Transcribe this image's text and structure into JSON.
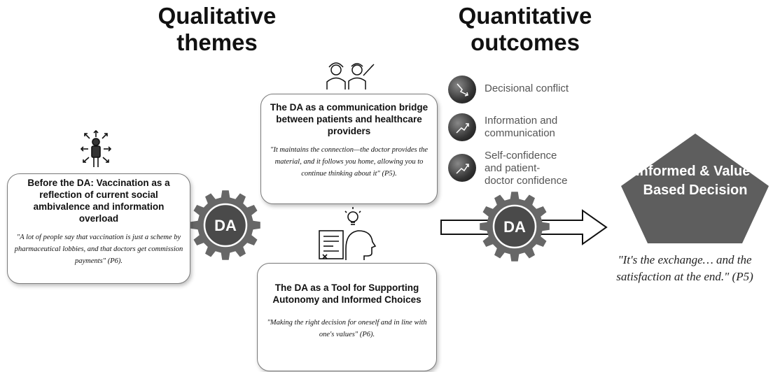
{
  "headings": {
    "qualitative": "Qualitative themes",
    "quantitative": "Quantitative outcomes"
  },
  "themes": {
    "before": {
      "title": "Before the DA: Vaccination as a reflection of current social ambivalence and information overload",
      "quote": "\"A lot of people say that vaccination is just a scheme by pharmaceutical lobbies, and that doctors get commission payments\" (P6)."
    },
    "bridge": {
      "title": "The DA as a communication bridge between patients and healthcare providers",
      "quote": "\"It maintains the connection—the doctor provides the material, and it follows you home, allowing you to continue thinking about it\" (P5)."
    },
    "autonomy": {
      "title": "The DA as a Tool for Supporting Autonomy and Informed Choices",
      "quote": "\"Making the right decision for oneself and in line with one's values\" (P6)."
    }
  },
  "gears": {
    "label": "DA"
  },
  "outcomes": [
    {
      "label": "Decisional conflict",
      "trend": "down",
      "icon": "trend-down-icon"
    },
    {
      "label": "Information and communication",
      "trend": "up",
      "icon": "trend-up-icon"
    },
    {
      "label": "Self-confidence and patient-doctor confidence",
      "trend": "up",
      "icon": "trend-up-icon"
    }
  ],
  "result": {
    "label": "Informed & Value-Based Decision",
    "quote": "\"It's the exchange… and the satisfaction at the end.\" (P5)"
  },
  "colors": {
    "gear": "#676767",
    "gear_center": "#4a4a4a",
    "pentagon": "#5e5e5e",
    "outcome_text": "#555555"
  }
}
